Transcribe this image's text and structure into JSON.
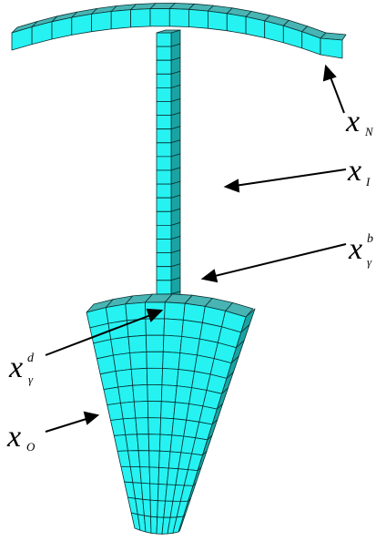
{
  "diagram": {
    "colors": {
      "face": "#26f2f2",
      "side": "#1aa3a3",
      "top": "#48b4b4",
      "edge": "#0a3030",
      "arrow": "#000000"
    },
    "labels": {
      "xN": {
        "main": "x",
        "sub": "N"
      },
      "xI": {
        "main": "x",
        "sub": "I"
      },
      "xgb": {
        "main": "x",
        "sub": "γ",
        "sup": "b"
      },
      "xgd": {
        "main": "x",
        "sub": "γ",
        "sup": "d"
      },
      "xO": {
        "main": "x",
        "sub": "O"
      }
    }
  }
}
